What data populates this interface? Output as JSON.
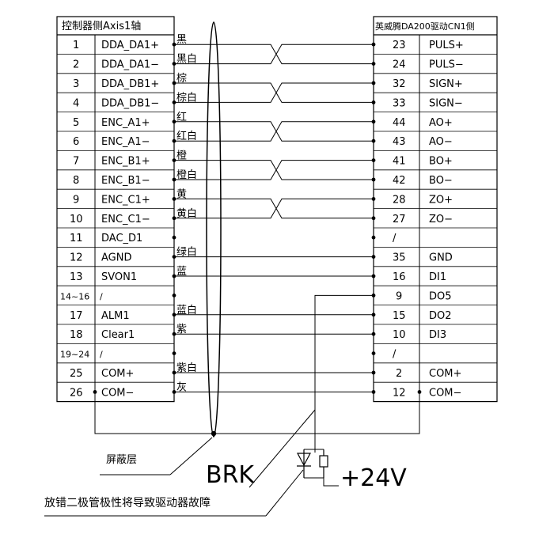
{
  "left_table": {
    "header": "控制器侧Axis1轴",
    "rows": [
      {
        "pin": "1",
        "signal": "DDA_DA1+"
      },
      {
        "pin": "2",
        "signal": "DDA_DA1−"
      },
      {
        "pin": "3",
        "signal": "DDA_DB1+"
      },
      {
        "pin": "4",
        "signal": "DDA_DB1−"
      },
      {
        "pin": "5",
        "signal": "ENC_A1+"
      },
      {
        "pin": "6",
        "signal": "ENC_A1−"
      },
      {
        "pin": "7",
        "signal": "ENC_B1+"
      },
      {
        "pin": "8",
        "signal": "ENC_B1−"
      },
      {
        "pin": "9",
        "signal": "ENC_C1+"
      },
      {
        "pin": "10",
        "signal": "ENC_C1−"
      },
      {
        "pin": "11",
        "signal": "DAC_D1"
      },
      {
        "pin": "12",
        "signal": "AGND"
      },
      {
        "pin": "13",
        "signal": "SVON1"
      },
      {
        "pin": "14~16",
        "signal": "/"
      },
      {
        "pin": "17",
        "signal": "ALM1"
      },
      {
        "pin": "18",
        "signal": "Clear1"
      },
      {
        "pin": "19~24",
        "signal": "/"
      },
      {
        "pin": "25",
        "signal": "COM+"
      },
      {
        "pin": "26",
        "signal": "COM−"
      }
    ]
  },
  "right_table": {
    "header": "英威腾DA200驱动CN1侧",
    "rows": [
      {
        "pin": "23",
        "signal": "PULS+"
      },
      {
        "pin": "24",
        "signal": "PULS−"
      },
      {
        "pin": "32",
        "signal": "SIGN+"
      },
      {
        "pin": "33",
        "signal": "SIGN−"
      },
      {
        "pin": "44",
        "signal": "AO+"
      },
      {
        "pin": "43",
        "signal": "AO−"
      },
      {
        "pin": "41",
        "signal": "BO+"
      },
      {
        "pin": "42",
        "signal": "BO−"
      },
      {
        "pin": "28",
        "signal": "ZO+"
      },
      {
        "pin": "27",
        "signal": "ZO−"
      },
      {
        "pin": "/",
        "signal": ""
      },
      {
        "pin": "35",
        "signal": "GND"
      },
      {
        "pin": "16",
        "signal": "DI1"
      },
      {
        "pin": "9",
        "signal": "DO5"
      },
      {
        "pin": "15",
        "signal": "DO2"
      },
      {
        "pin": "10",
        "signal": "DI3"
      },
      {
        "pin": "/",
        "signal": ""
      },
      {
        "pin": "2",
        "signal": "COM+"
      },
      {
        "pin": "12",
        "signal": "COM−"
      }
    ]
  },
  "wire_colors": [
    "黑",
    "黑白",
    "棕",
    "棕白",
    "红",
    "红白",
    "橙",
    "橙白",
    "黄",
    "黄白",
    "",
    "绿白",
    "蓝",
    "",
    "蓝白",
    "紫",
    "",
    "紫白",
    "灰"
  ],
  "labels": {
    "shield": "屏蔽层",
    "brk": "BRK",
    "supply": "+24V",
    "warning": "放错二极管极性将导致驱动器故障"
  }
}
